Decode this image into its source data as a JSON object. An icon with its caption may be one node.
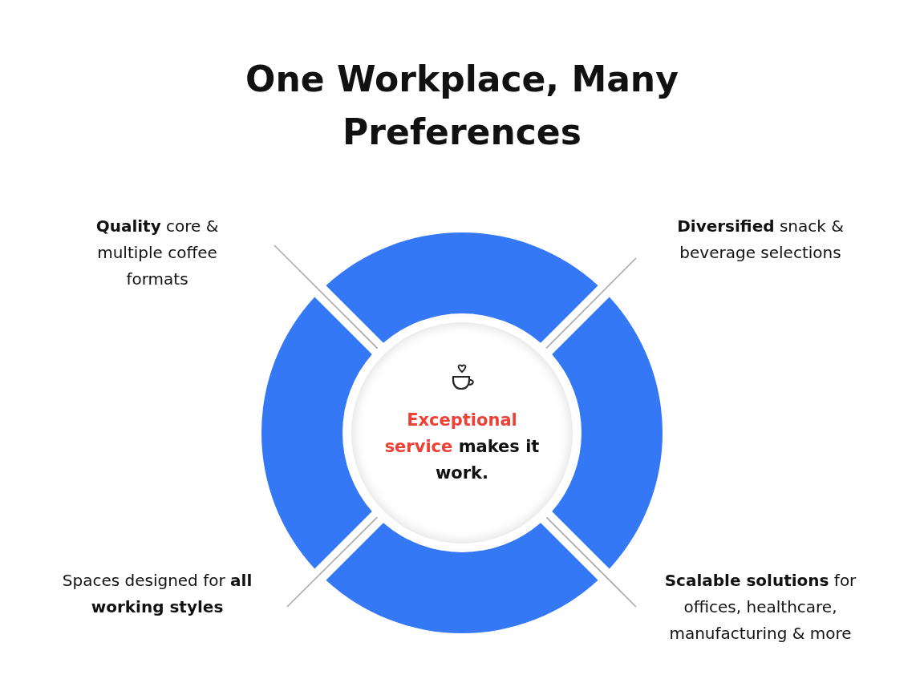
{
  "diagram": {
    "title": "One Workplace, Many Preferences",
    "nodes": [
      {
        "text": [
          "Exceptional service",
          "makes it work."
        ]
      },
      {
        "text": [
          "**Quality** core & multiple coffee formats"
        ]
      },
      {
        "text": [
          "**Diversified** snack & beverage selections"
        ]
      },
      {
        "text": [
          "Spaces designed for **all working styles**"
        ]
      },
      {
        "text": [
          "**Scalable solutions** for offices, healthcare, manufacturing & more"
        ]
      },
      {
        "text": [],
        "shape": "arc"
      },
      {
        "text": [],
        "shape": "arc"
      },
      {
        "text": [],
        "shape": "arc"
      },
      {
        "text": [],
        "shape": "arc"
      }
    ],
    "edges": [
      {
        "from": 1,
        "to": 0,
        "arrow": "none"
      },
      {
        "from": 2,
        "to": 0,
        "arrow": "none"
      },
      {
        "from": 3,
        "to": 0,
        "arrow": "none"
      },
      {
        "from": 4,
        "to": 0,
        "arrow": "none"
      }
    ]
  }
}
